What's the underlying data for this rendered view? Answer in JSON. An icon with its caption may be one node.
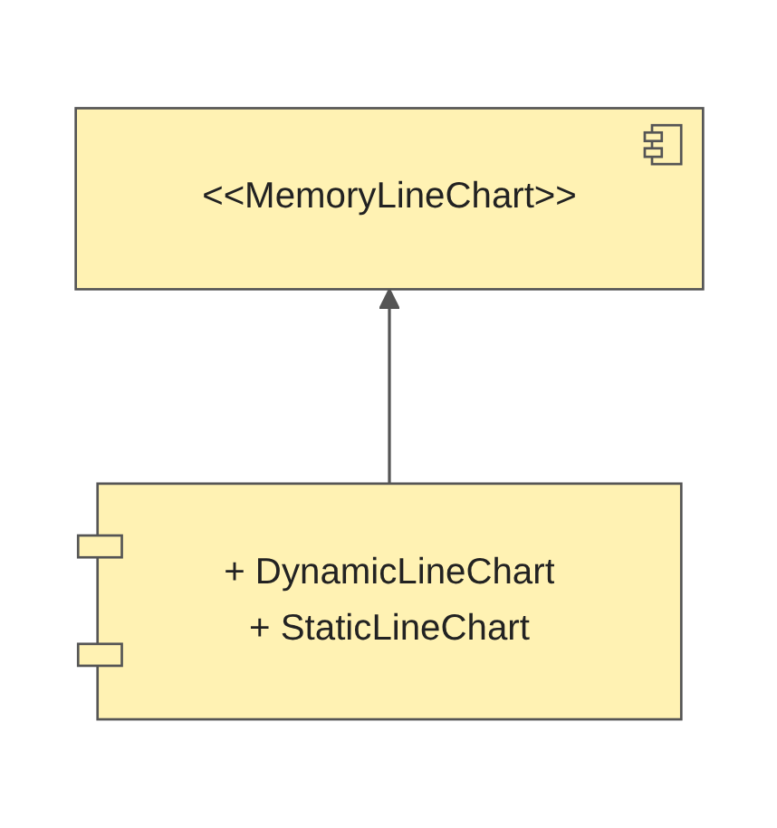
{
  "diagram": {
    "nodes": [
      {
        "text": [
          "<<MemoryLineChart>>"
        ]
      },
      {
        "text": [
          "+ DynamicLineChart",
          "+ StaticLineChart"
        ]
      }
    ],
    "edges": [
      {
        "from": 1,
        "to": 0,
        "arrow": "to"
      }
    ]
  }
}
